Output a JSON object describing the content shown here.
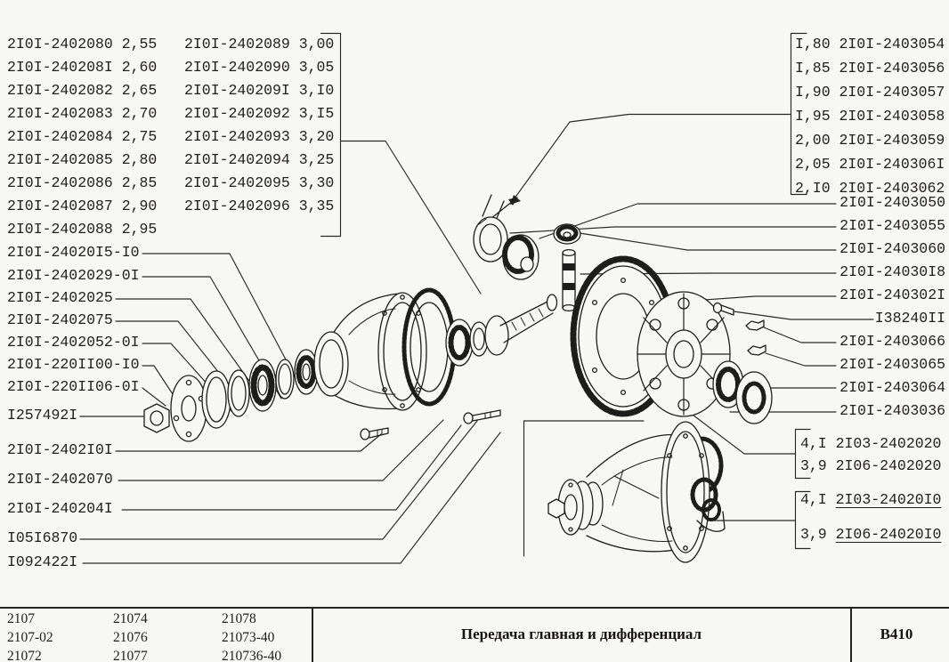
{
  "page": {
    "title": "Передача главная и дифференциал",
    "sheet_code": "B410"
  },
  "labels": {
    "top_left_col1": [
      "2I0I-2402080 2,55",
      "2I0I-240208I 2,60",
      "2I0I-2402082 2,65",
      "2I0I-2402083 2,70",
      "2I0I-2402084 2,75",
      "2I0I-2402085 2,80",
      "2I0I-2402086 2,85",
      "2I0I-2402087 2,90",
      "2I0I-2402088 2,95"
    ],
    "top_left_col2": [
      "2I0I-2402089 3,00",
      "2I0I-2402090 3,05",
      "2I0I-240209I 3,I0",
      "2I0I-2402092 3,I5",
      "2I0I-2402093 3,20",
      "2I0I-2402094 3,25",
      "2I0I-2402095 3,30",
      "2I0I-2402096 3,35"
    ],
    "right_ratio_rows": [
      "I,80 2I0I-2403054",
      "I,85 2I0I-2403056",
      "I,90 2I0I-2403057",
      "I,95 2I0I-2403058",
      "2,00 2I0I-2403059",
      "2,05 2I0I-240306I",
      "2,I0 2I0I-2403062"
    ],
    "right_parts": [
      "2I0I-2403050",
      "2I0I-2403055",
      "2I0I-2403060",
      "2I0I-24030I8",
      "2I0I-240302I",
      "I38240II",
      "2I0I-2403066",
      "2I0I-2403065",
      "2I0I-2403064",
      "2I0I-2403036"
    ],
    "ratio_group_2402020": [
      {
        "ratio": "4,I",
        "part": "2I03-2402020"
      },
      {
        "ratio": "3,9",
        "part": "2I06-2402020"
      }
    ],
    "ratio_group_2402010": [
      {
        "ratio": "4,I",
        "part": "2I03-24020I0"
      },
      {
        "ratio": "3,9",
        "part": "2I06-24020I0"
      }
    ],
    "left_parts": [
      "2I0I-24020I5-I0",
      "2I0I-2402029-0I",
      "2I0I-2402025",
      "2I0I-2402075",
      "2I0I-2402052-0I",
      "2I0I-220II00-I0",
      "2I0I-220II06-0I",
      "I257492I",
      "2I0I-2402I0I",
      "2I0I-2402070",
      "2I0I-240204I",
      "I05I6870",
      "I092422I"
    ]
  },
  "footer": {
    "models": [
      [
        "2107",
        "21074",
        "21078"
      ],
      [
        "2107-02",
        "21076",
        "21073-40"
      ],
      [
        "21072",
        "21077",
        "210736-40"
      ]
    ]
  }
}
